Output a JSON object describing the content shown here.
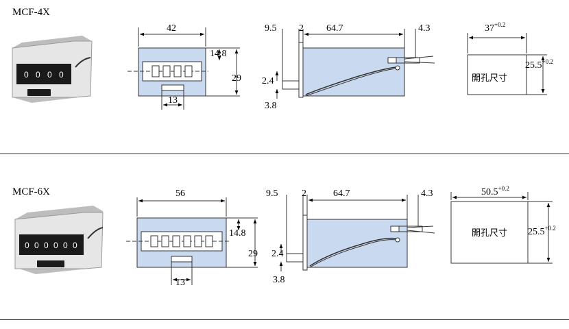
{
  "colors": {
    "body_fill": "#c9d9ef",
    "line": "#333333",
    "photo_bezel": "#e4e4e4",
    "photo_face": "#1a1a1a"
  },
  "sections": [
    {
      "model": "MCF-4X",
      "front": {
        "width": "42",
        "window_height": "14.8",
        "height": "29",
        "button_width": "13"
      },
      "side": {
        "depth": "64.7",
        "flange": "9.5",
        "flange_thickness": "2",
        "terminal": "4.3",
        "offset": "2.4",
        "pin": "3.8"
      },
      "cutout": {
        "width": "37",
        "width_tol": "+0.2",
        "height": "25.5",
        "height_tol": "+0.2",
        "label": "開孔尺寸"
      }
    },
    {
      "model": "MCF-6X",
      "front": {
        "width": "56",
        "window_height": "14.8",
        "height": "29",
        "button_width": "13"
      },
      "side": {
        "depth": "64.7",
        "flange": "9.5",
        "flange_thickness": "2",
        "terminal": "4.3",
        "offset": "2.4",
        "pin": "3.8"
      },
      "cutout": {
        "width": "50.5",
        "width_tol": "+0.2",
        "height": "25.5",
        "height_tol": "+0.2",
        "label": "開孔尺寸"
      }
    }
  ]
}
